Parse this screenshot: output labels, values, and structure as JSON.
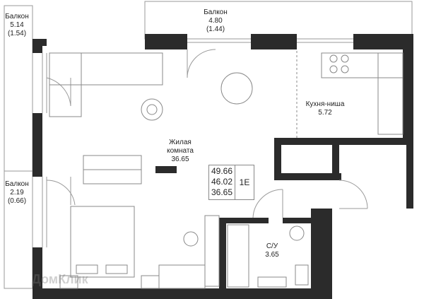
{
  "rooms": {
    "balcony_left_top": {
      "name": "Балкон",
      "area": "5.14",
      "sub": "(1.54)"
    },
    "balcony_top": {
      "name": "Балкон",
      "area": "4.80",
      "sub": "(1.44)"
    },
    "balcony_left_bottom": {
      "name": "Балкон",
      "area": "2.19",
      "sub": "(0.66)"
    },
    "kitchen": {
      "name": "Кухня-ниша",
      "area": "5.72"
    },
    "living": {
      "name_line1": "Жилая",
      "name_line2": "комната",
      "area": "36.65"
    },
    "bathroom": {
      "name": "С/У",
      "area": "3.65"
    }
  },
  "summary": {
    "total": "49.66",
    "useful": "46.02",
    "living": "36.65",
    "type": "1Е"
  },
  "watermark": "ДомКлик",
  "colors": {
    "wall": "#2b2b2b",
    "line": "#999999"
  }
}
